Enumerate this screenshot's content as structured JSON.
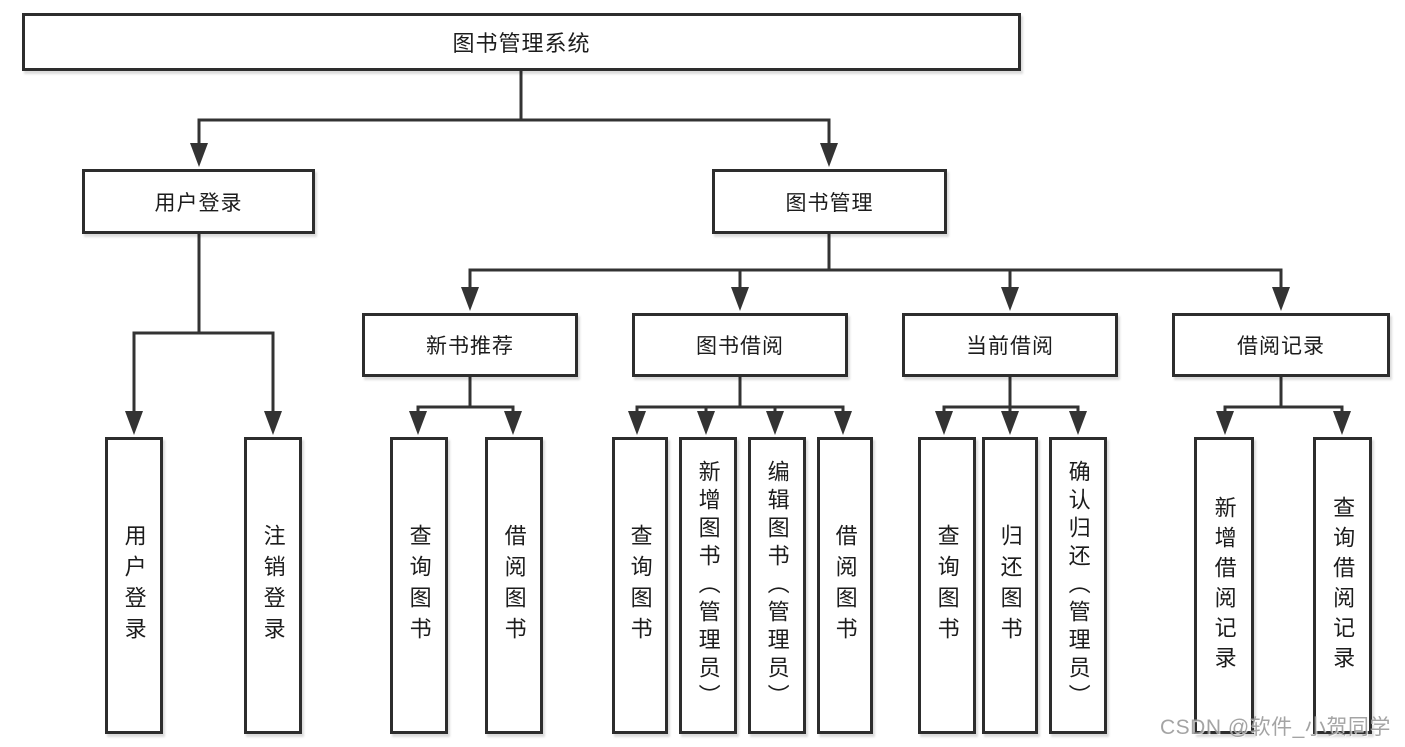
{
  "diagram": {
    "title": "图书管理系统",
    "branches": [
      {
        "label": "用户登录",
        "leaves": [
          "用户登录",
          "注销登录"
        ]
      },
      {
        "label": "图书管理",
        "children": [
          {
            "label": "新书推荐",
            "leaves": [
              "查询图书",
              "借阅图书"
            ]
          },
          {
            "label": "图书借阅",
            "leaves": [
              "查询图书",
              "新增图书（管理员）",
              "编辑图书（管理员）",
              "借阅图书"
            ]
          },
          {
            "label": "当前借阅",
            "leaves": [
              "查询图书",
              "归还图书",
              "确认归还（管理员）"
            ]
          },
          {
            "label": "借阅记录",
            "leaves": [
              "新增借阅记录",
              "查询借阅记录"
            ]
          }
        ]
      }
    ]
  },
  "watermark": {
    "text": "CSDN @软件_小贺同学"
  },
  "colors": {
    "line": "#333333",
    "border": "#2d2d2d",
    "text": "#1c1c1c",
    "bg": "#ffffff",
    "watermark": "#9b9b9b"
  }
}
